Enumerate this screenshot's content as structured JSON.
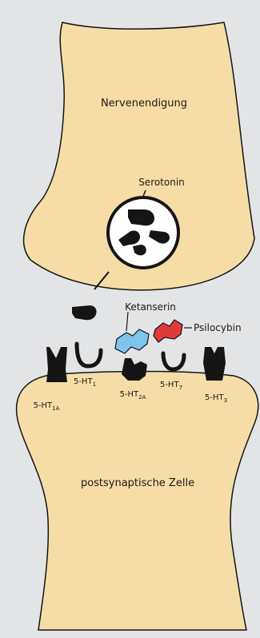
{
  "colors": {
    "background": "#e3e4e6",
    "cell_fill": "#f6dca6",
    "outline": "#151515",
    "vesicle_fill": "#ffffff",
    "ketanserin": "#7fc4ea",
    "psilocybin": "#df3b3b",
    "receptor": "#151515"
  },
  "labels": {
    "nerve_ending": "Nervenendigung",
    "serotonin": "Serotonin",
    "ketanserin": "Ketanserin",
    "psilocybin": "Psilocybin",
    "postsynaptic_cell": "postsynaptische Zelle"
  },
  "receptors": [
    {
      "base": "5-HT",
      "sub": "1A"
    },
    {
      "base": "5-HT",
      "sub": "1"
    },
    {
      "base": "5-HT",
      "sub": "2A"
    },
    {
      "base": "5-HT",
      "sub": "7"
    },
    {
      "base": "5-HT",
      "sub": "3"
    }
  ]
}
